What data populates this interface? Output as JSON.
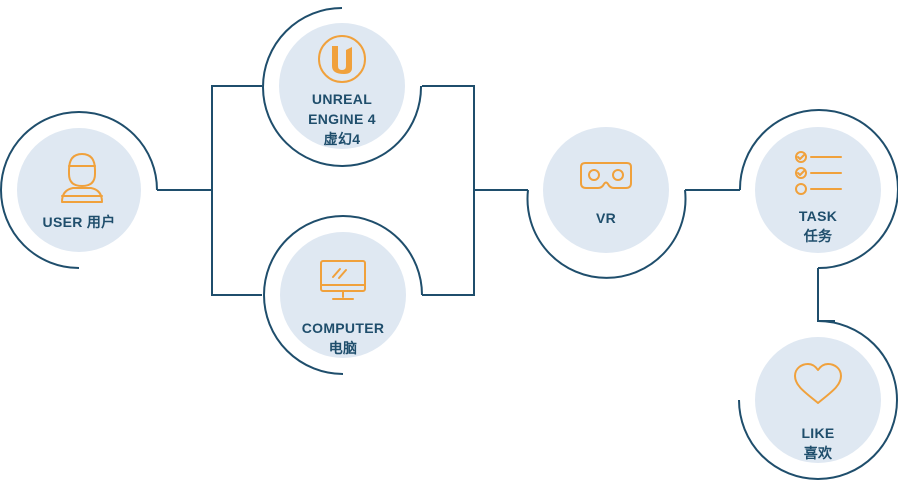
{
  "colors": {
    "line": "#1f4e6c",
    "fill": "#dfe8f2",
    "icon": "#f0a13c",
    "text": "#1f4e6c"
  },
  "nodes": {
    "user": {
      "label": "USER 用户",
      "icon": "user-icon"
    },
    "unreal": {
      "line1": "UNREAL",
      "line2": "ENGINE 4",
      "line3": "虚幻4",
      "icon": "unreal-engine-logo-icon"
    },
    "computer": {
      "line1": "COMPUTER",
      "line2": "电脑",
      "icon": "monitor-icon"
    },
    "vr": {
      "label": "VR",
      "icon": "vr-headset-icon"
    },
    "task": {
      "line1": "TASK",
      "line2": "任务",
      "icon": "checklist-icon"
    },
    "like": {
      "line1": "LIKE",
      "line2": "喜欢",
      "icon": "heart-icon"
    }
  }
}
